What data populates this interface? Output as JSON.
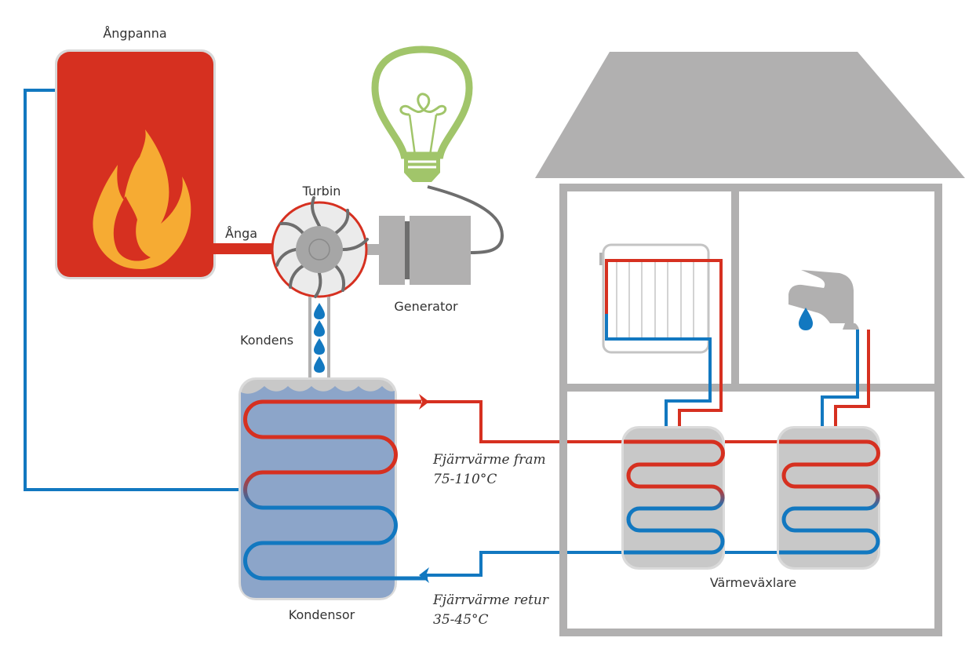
{
  "labels": {
    "boiler": "Ångpanna",
    "steam": "Ånga",
    "turbine": "Turbin",
    "generator": "Generator",
    "condensate": "Kondens",
    "condenser": "Kondensor",
    "supply_title": "Fjärrvärme fram",
    "supply_temp": "75-110°C",
    "return_title": "Fjärrvärme retur",
    "return_temp": "35-45°C",
    "heat_exchangers": "Värmeväxlare"
  },
  "colors": {
    "hot": "#d63020",
    "cold": "#1278c0",
    "boiler": "#d63020",
    "flame": "#f6ab33",
    "bulb": "#a1c56a",
    "structure": "#b1b0b0",
    "condenser_water": "#8ca5c9",
    "exchanger": "#c8c8c8"
  }
}
